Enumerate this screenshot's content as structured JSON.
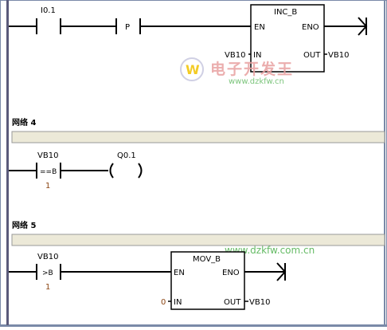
{
  "rung1": {
    "contact_address": "I0.1",
    "edge_label": "P",
    "box_title": "INC_B",
    "en": "EN",
    "eno": "ENO",
    "in_pin": "IN",
    "out_pin": "OUT",
    "in_value": "VB10",
    "out_value": "VB10"
  },
  "watermark": {
    "cn_text": "电子开发王",
    "url_small": "www.dzkfw.cn",
    "url_large": "www.dzkfw.com.cn"
  },
  "network4": {
    "header": "网络 4",
    "compare_address": "VB10",
    "compare_op": "==B",
    "compare_value": "1",
    "coil_address": "Q0.1"
  },
  "network5": {
    "header": "网络 5",
    "compare_address": "VB10",
    "compare_op": ">B",
    "compare_value": "1",
    "box_title": "MOV_B",
    "en": "EN",
    "eno": "ENO",
    "in_pin": "IN",
    "out_pin": "OUT",
    "in_value": "0",
    "out_value": "VB10"
  },
  "colors": {
    "rail": "#5a5a7a",
    "comment_bar": "#ece9d8",
    "window_border": "#7a8aa8",
    "watermark_red": "#e8a0a0",
    "watermark_green": "#66bb66",
    "constant_text": "#8b4513"
  }
}
